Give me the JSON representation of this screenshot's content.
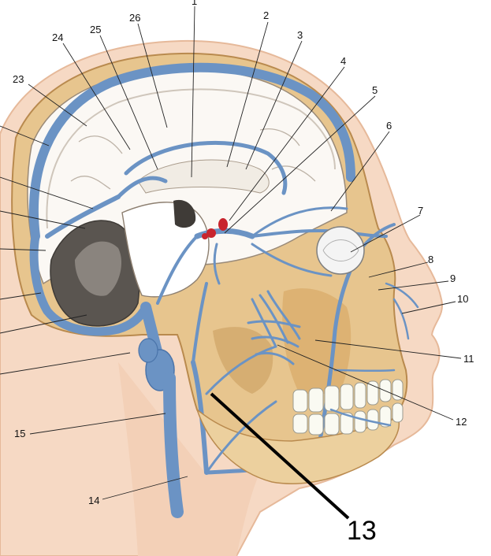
{
  "labels": [
    {
      "id": "1",
      "text": "1"
    },
    {
      "id": "2",
      "text": "2"
    },
    {
      "id": "3",
      "text": "3"
    },
    {
      "id": "4",
      "text": "4"
    },
    {
      "id": "5",
      "text": "5"
    },
    {
      "id": "6",
      "text": "6"
    },
    {
      "id": "7",
      "text": "7"
    },
    {
      "id": "8",
      "text": "8"
    },
    {
      "id": "9",
      "text": "9"
    },
    {
      "id": "10",
      "text": "10"
    },
    {
      "id": "11",
      "text": "11"
    },
    {
      "id": "12",
      "text": "12"
    },
    {
      "id": "13",
      "text": "13"
    },
    {
      "id": "14",
      "text": "14"
    },
    {
      "id": "15",
      "text": "15"
    },
    {
      "id": "23",
      "text": "23"
    },
    {
      "id": "24",
      "text": "24"
    },
    {
      "id": "25",
      "text": "25"
    },
    {
      "id": "26",
      "text": "26"
    }
  ],
  "colors": {
    "vein": "#6b93c4",
    "vein_dark": "#4a74aa",
    "bone": "#e7c58e",
    "bone_shadow": "#c99a5b",
    "skin": "#f6d9c4",
    "brain": "#f2f2f2",
    "artery": "#c8242d"
  }
}
